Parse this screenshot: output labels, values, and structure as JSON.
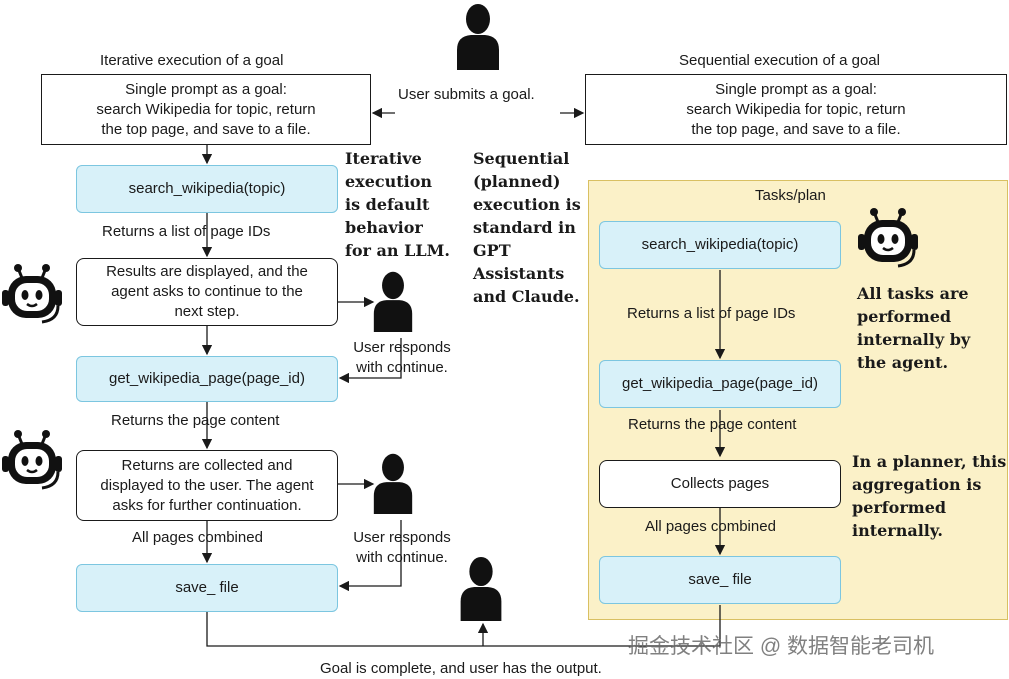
{
  "titles": {
    "left": "Iterative execution of a goal",
    "right": "Sequential execution of a goal"
  },
  "goal": {
    "left_lines": [
      "Single prompt as a goal:",
      "search Wikipedia for topic, return",
      "the top page, and save to a file."
    ],
    "right_lines": [
      "Single prompt as a goal:",
      "search Wikipedia for topic, return",
      "the top page, and save to a file."
    ],
    "user_submits": "User submits a goal."
  },
  "left_flow": {
    "search": "search_wikipedia(topic)",
    "returns_ids": "Returns a list of page IDs",
    "results_displayed": [
      "Results are displayed, and the",
      "agent asks to continue to the",
      "next step."
    ],
    "user_responds_1": [
      "User responds",
      "with continue."
    ],
    "get_page": "get_wikipedia_page(page_id)",
    "returns_content": "Returns the page content",
    "returns_collected": [
      "Returns are collected and",
      "displayed to the user. The agent",
      "asks for further continuation."
    ],
    "user_responds_2": [
      "User responds",
      "with continue."
    ],
    "all_combined": "All pages combined",
    "save": "save_ file"
  },
  "middle_notes": {
    "iterative": "Iterative\nexecution\nis default\nbehavior\nfor an LLM.",
    "sequential": "Sequential\n(planned)\nexecution is\nstandard in\nGPT\nAssistants\nand Claude."
  },
  "right_flow": {
    "plan_label": "Tasks/plan",
    "search": "search_wikipedia(topic)",
    "returns_ids": "Returns a list of page IDs",
    "get_page": "get_wikipedia_page(page_id)",
    "returns_content": "Returns the page content",
    "collects": "Collects pages",
    "all_combined": "All pages combined",
    "save": "save_ file",
    "note_internal": "All tasks are\nperformed\ninternally by\nthe agent.",
    "note_planner": "In a planner, this\naggregation is\nperformed\ninternally."
  },
  "footer": {
    "complete": "Goal is complete, and user has the output.",
    "watermark": "掘金技术社区 @ 数据智能老司机"
  },
  "icons": {
    "user": "person-silhouette-icon",
    "agent": "robot-headset-icon"
  },
  "colors": {
    "function_box_fill": "#d8f1f9",
    "function_box_border": "#7cc6e0",
    "plan_fill": "#fbf1c8",
    "plan_border": "#d9c062"
  }
}
